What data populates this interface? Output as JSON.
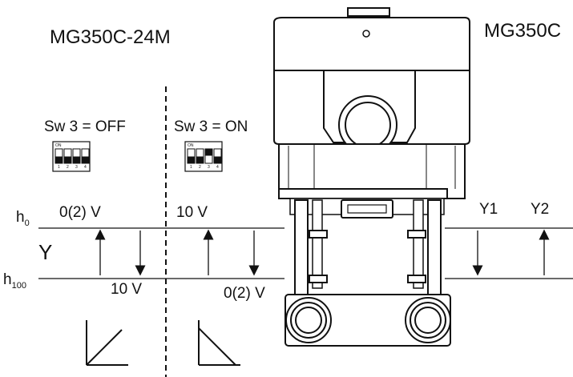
{
  "titles": {
    "left": "MG350C-24M",
    "right": "MG350C"
  },
  "switch_labels": {
    "off": "Sw 3 = OFF",
    "on": "Sw 3 = ON"
  },
  "dip": {
    "on_text": "ON",
    "numbers": [
      "1",
      "2",
      "3",
      "4"
    ]
  },
  "positions": {
    "h0": {
      "base": "h",
      "sub": "0"
    },
    "h100": {
      "base": "h",
      "sub": "100"
    },
    "axis": "Y"
  },
  "voltages": {
    "off_top": "0(2) V",
    "off_bottom": "10 V",
    "on_top": "10 V",
    "on_bottom": "0(2) V"
  },
  "right_labels": {
    "y1": "Y1",
    "y2": "Y2"
  }
}
